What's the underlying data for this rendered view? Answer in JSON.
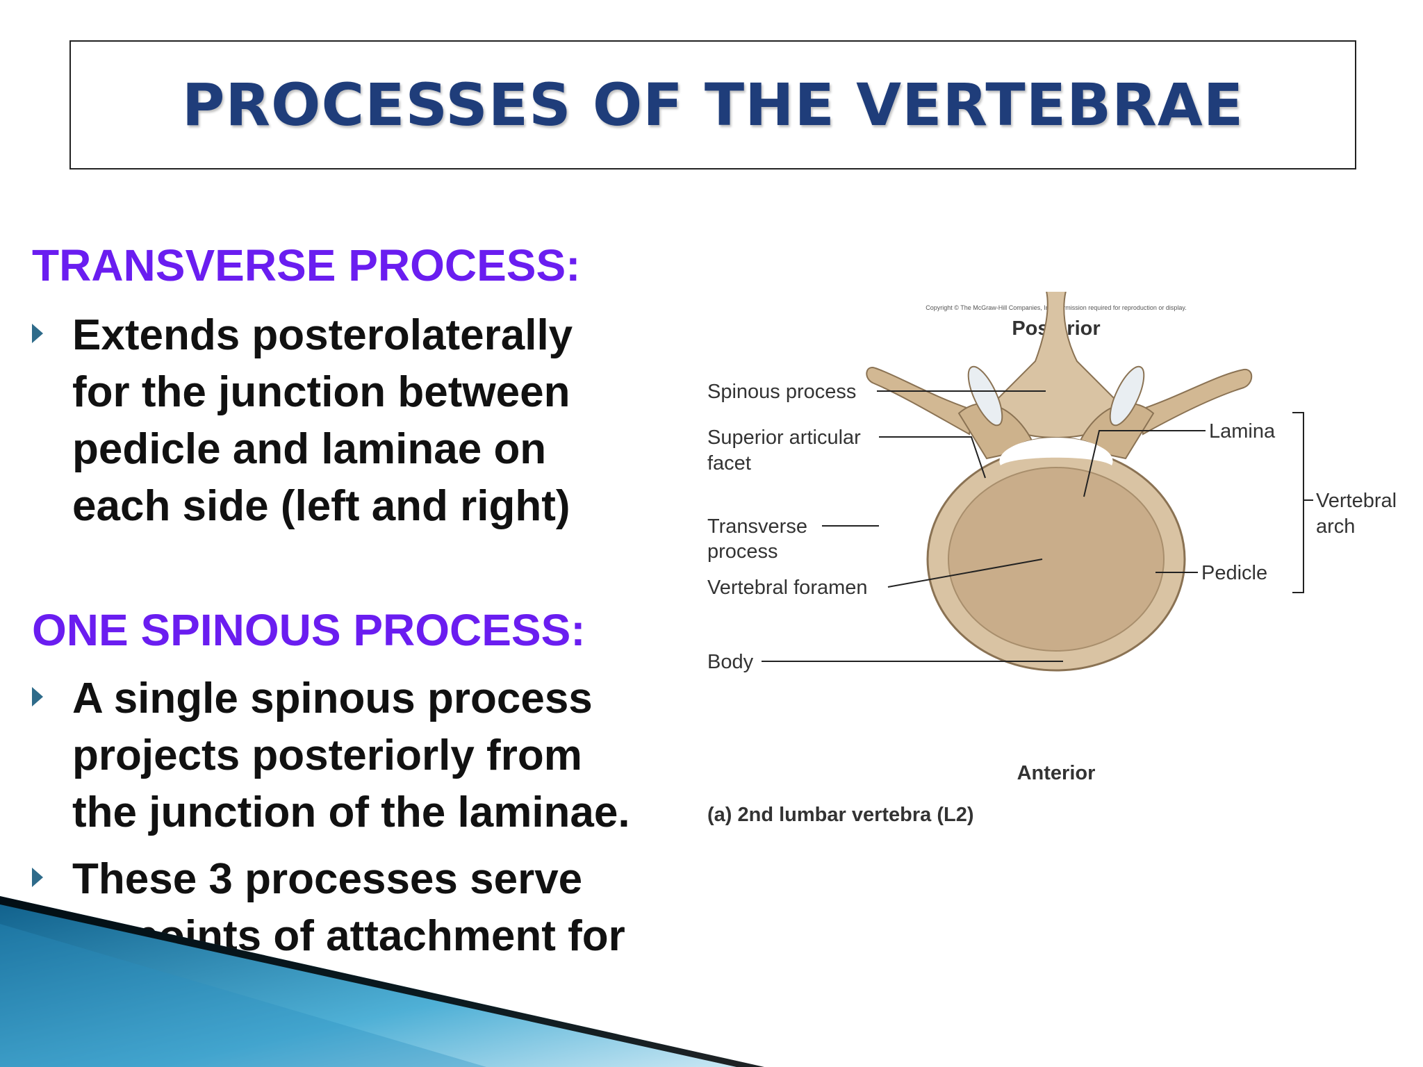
{
  "slide": {
    "title": "PROCESSES OF THE VERTEBRAE",
    "sections": [
      {
        "heading": "TRANSVERSE PROCESS:",
        "bullets": [
          "Extends posterolaterally\nfor the junction between\npedicle and laminae on\neach side (left and right)"
        ]
      },
      {
        "heading": "ONE SPINOUS PROCESS:",
        "bullets": [
          "A single spinous process\nprojects posteriorly from\nthe junction of the laminae.",
          "These 3 processes serve\nas points of attachment for\nmuscles."
        ]
      }
    ]
  },
  "figure": {
    "copyright": "Copyright © The McGraw-Hill Companies, Inc. Permission required for reproduction or display.",
    "posterior": "Posterior",
    "anterior": "Anterior",
    "caption": "(a) 2nd lumbar vertebra (L2)",
    "labels": {
      "spinous_process": "Spinous process",
      "superior_articular": "Superior articular",
      "facet": "facet",
      "transverse": "Transverse",
      "process": "process",
      "vertebral_foramen": "Vertebral foramen",
      "body": "Body",
      "lamina": "Lamina",
      "vertebral": "Vertebral",
      "arch": "arch",
      "pedicle": "Pedicle"
    }
  },
  "colors": {
    "title": "#1f3d7a",
    "heading": "#6a1df0",
    "bullet_arrow": "#2e6b8a",
    "bone": "#d9c3a3"
  }
}
